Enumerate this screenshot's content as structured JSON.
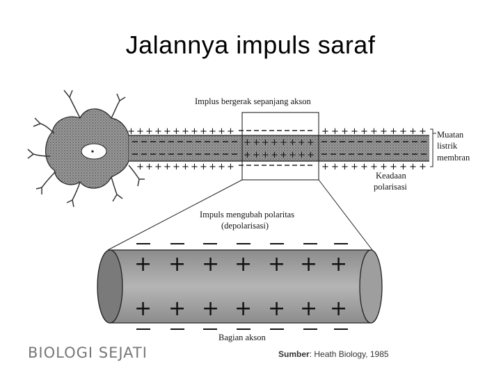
{
  "slide": {
    "title": "Jalannya impuls saraf"
  },
  "figure": {
    "label_top": "Implus bergerak sepanjang akson",
    "label_charge_line1": "Muatan",
    "label_charge_line2": "listrik",
    "label_charge_line3": "membran",
    "label_state_line1": "Keadaan",
    "label_state_line2": "polarisasi",
    "label_impulse_line1": "Impuls mengubah polaritas",
    "label_impulse_line2": "(depolarisasi)",
    "label_axon": "Bagian akson",
    "plus": "+",
    "minus": "—"
  },
  "footer": {
    "brand": "BIOLOGI SEJATI",
    "source_label": "Sumber",
    "source_text": ": Heath Biology, 1985"
  }
}
